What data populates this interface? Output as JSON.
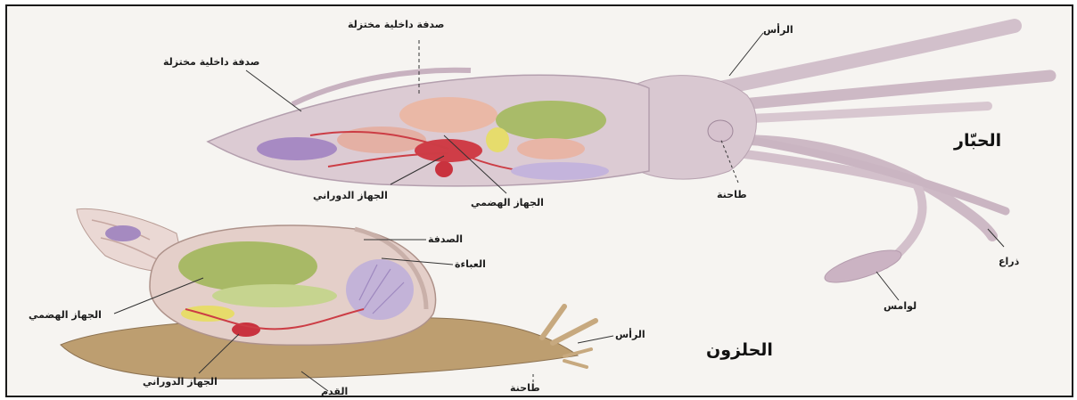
{
  "squid": {
    "title": "الحبّار",
    "labels": {
      "inner_shell_top": "صدفة داخلية مختزلة",
      "inner_shell_left": "صدفة داخلية مختزلة",
      "head": "الرأس",
      "circulatory": "الجهاز الدوراني",
      "digestive": "الجهاز الهضمي",
      "radula": "طاحنة",
      "arm": "ذراع",
      "tentacles": "لوامس"
    }
  },
  "snail": {
    "title": "الحلزون",
    "labels": {
      "shell": "الصدفة",
      "mantle": "العباءة",
      "digestive": "الجهاز الهضمي",
      "circulatory": "الجهاز الدوراني",
      "head": "الرأس",
      "radula": "طاحنة",
      "foot": "القدم"
    }
  },
  "colors": {
    "body": "#d8c8cf",
    "organ_digestive": "#a9b866",
    "organ_circulatory": "#cc3b45",
    "organ_purple": "#9a82bf",
    "organ_pink": "#e8b3a3",
    "snail_foot": "#b99a6c"
  }
}
